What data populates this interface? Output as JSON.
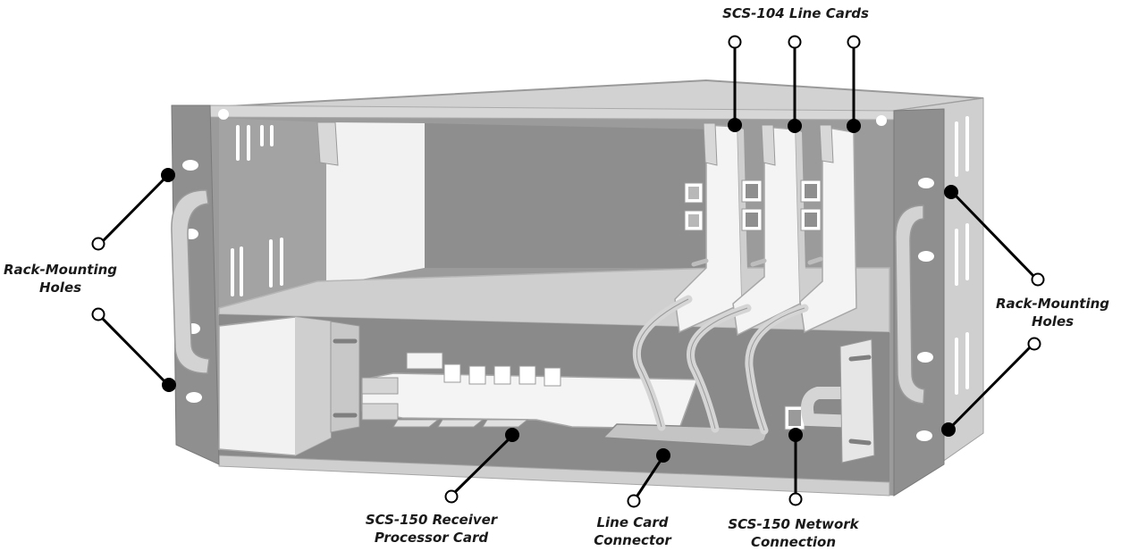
{
  "labels": {
    "line_cards": "SCS-104 Line Cards",
    "rack_holes_left": [
      "Rack-Mounting",
      "Holes"
    ],
    "rack_holes_right": [
      "Rack-Mounting",
      "Holes"
    ],
    "receiver_card": [
      "SCS-150 Receiver",
      "Processor Card"
    ],
    "line_card_connector": [
      "Line Card",
      "Connector"
    ],
    "network_connection": [
      "SCS-150 Network",
      "Connection"
    ]
  },
  "colors": {
    "chassis_dark": "#8f8f8f",
    "chassis_mid": "#a6a6a6",
    "chassis_light": "#d9d9d9",
    "card_white": "#f4f4f4",
    "callout": "#000000"
  }
}
